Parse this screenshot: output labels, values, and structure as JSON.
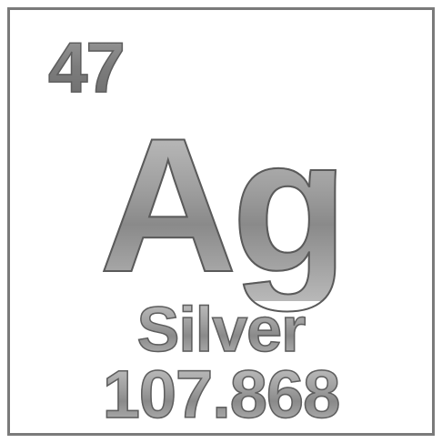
{
  "element": {
    "atomic_number": "47",
    "symbol": "Ag",
    "name": "Silver",
    "atomic_weight": "107.868"
  },
  "colors": {
    "border": "#7a7a7a",
    "metal_light": "#c4c4c4",
    "metal_dark": "#5e5e5e",
    "background": "#ffffff"
  }
}
